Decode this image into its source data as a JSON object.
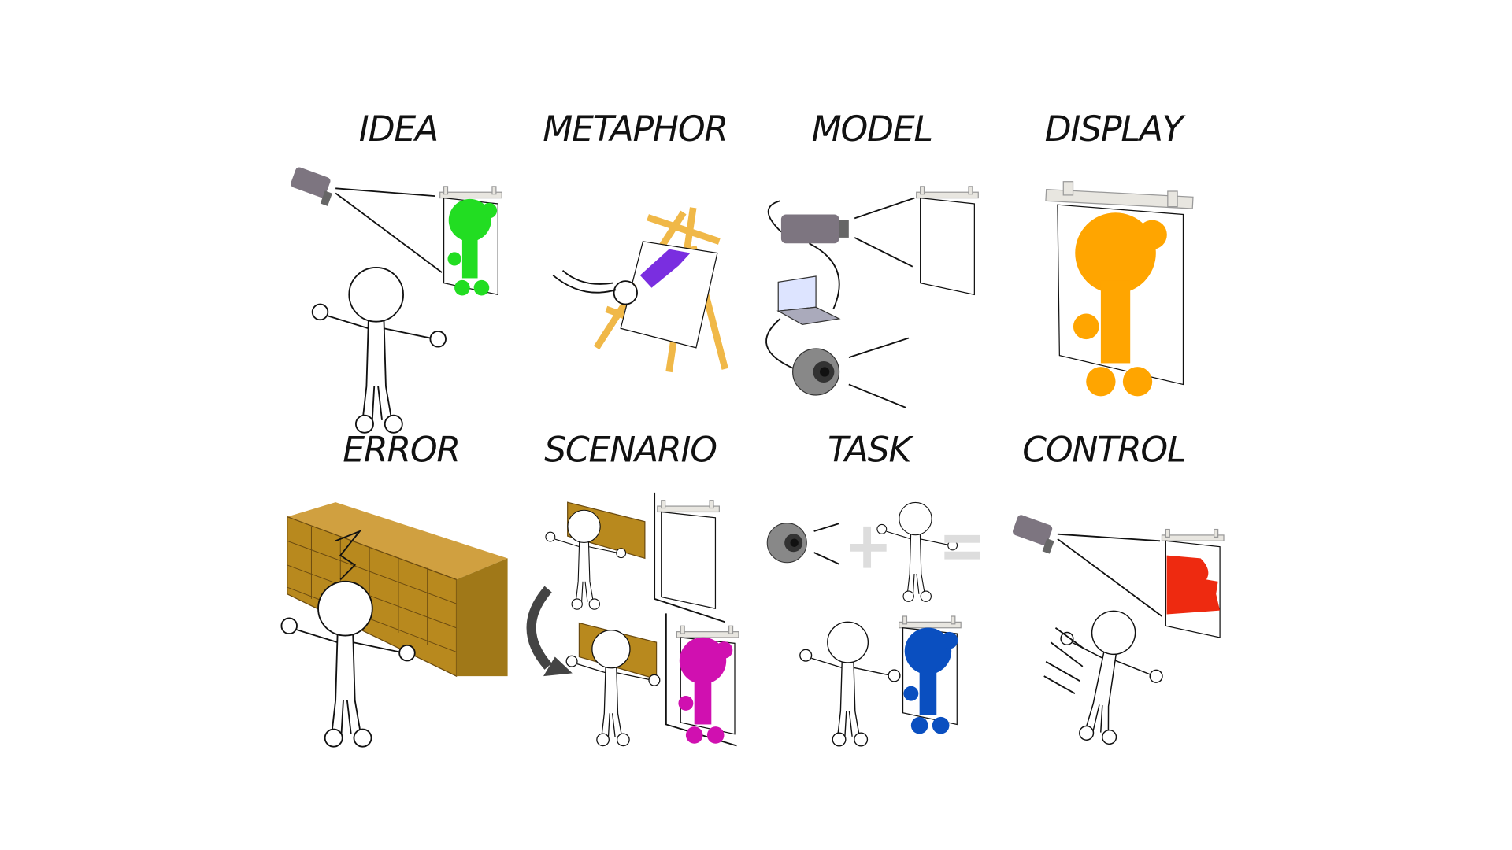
{
  "panels": [
    {
      "label": "IDEA",
      "figure_color": "#22dd22"
    },
    {
      "label": "METAPHOR",
      "figure_color": "#7a2ee0"
    },
    {
      "label": "MODEL"
    },
    {
      "label": "DISPLAY",
      "figure_color": "#ffa500"
    },
    {
      "label": "ERROR",
      "wall_color": "#b8891e"
    },
    {
      "label": "SCENARIO",
      "figure_color": "#d010b0"
    },
    {
      "label": "TASK",
      "figure_color": "#0a4fc0"
    },
    {
      "label": "CONTROL",
      "figure_color": "#ee2a10"
    }
  ]
}
